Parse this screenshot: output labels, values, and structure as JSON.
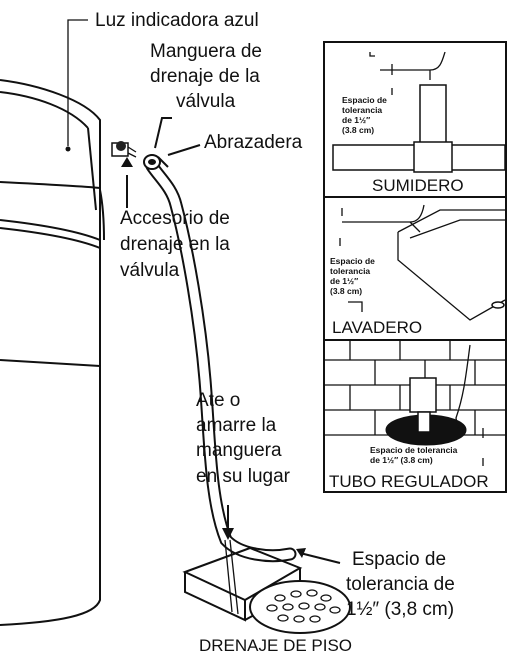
{
  "labels": {
    "blue_light": "Luz indicadora azul",
    "valve_hose": [
      "Manguera de",
      "drenaje de la",
      "válvula"
    ],
    "clamp": "Abrazadera",
    "valve_fitting": [
      "Accesorio de",
      "drenaje en la",
      "válvula"
    ],
    "tie_hose": [
      "Ate o",
      "amarre la",
      "manguera",
      "en su lugar"
    ],
    "gap_main": [
      "Espacio de",
      "tolerancia de",
      "1½″ (3,8 cm)"
    ],
    "floor_drain": "DRENAJE DE PISO"
  },
  "insets": {
    "sump": {
      "caption": "SUMIDERO",
      "gap_lines": [
        "Espacio de",
        "tolerancia",
        "de 1½″",
        "(3.8 cm)"
      ]
    },
    "laundry": {
      "caption": "LAVADERO",
      "gap_lines": [
        "Espacio de",
        "tolerancia",
        "de 1½″",
        "(3.8 cm)"
      ]
    },
    "standpipe": {
      "caption": "TUBO REGULADOR",
      "gap_lines": [
        "Espacio de tolerancia",
        "de 1½″ (3.8 cm)"
      ]
    }
  }
}
